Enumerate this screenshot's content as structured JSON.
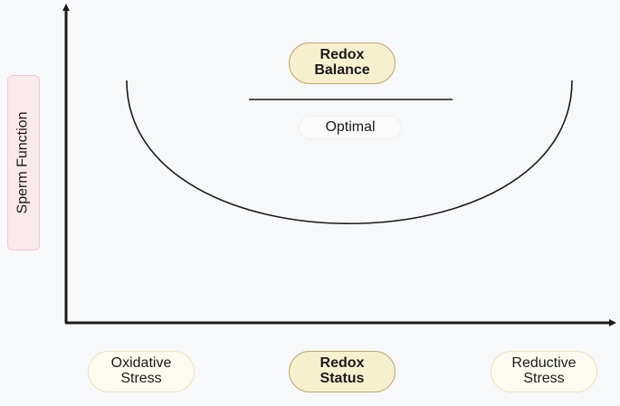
{
  "y_axis": {
    "label": "Sperm Function"
  },
  "x_axis": {
    "label_line1": "Redox",
    "label_line2": "Status"
  },
  "top_label": {
    "line1": "Redox",
    "line2": "Balance"
  },
  "optimal_label": "Optimal",
  "left_label": {
    "line1": "Oxidative",
    "line2": "Stress"
  },
  "right_label": {
    "line1": "Reductive",
    "line2": "Stress"
  }
}
